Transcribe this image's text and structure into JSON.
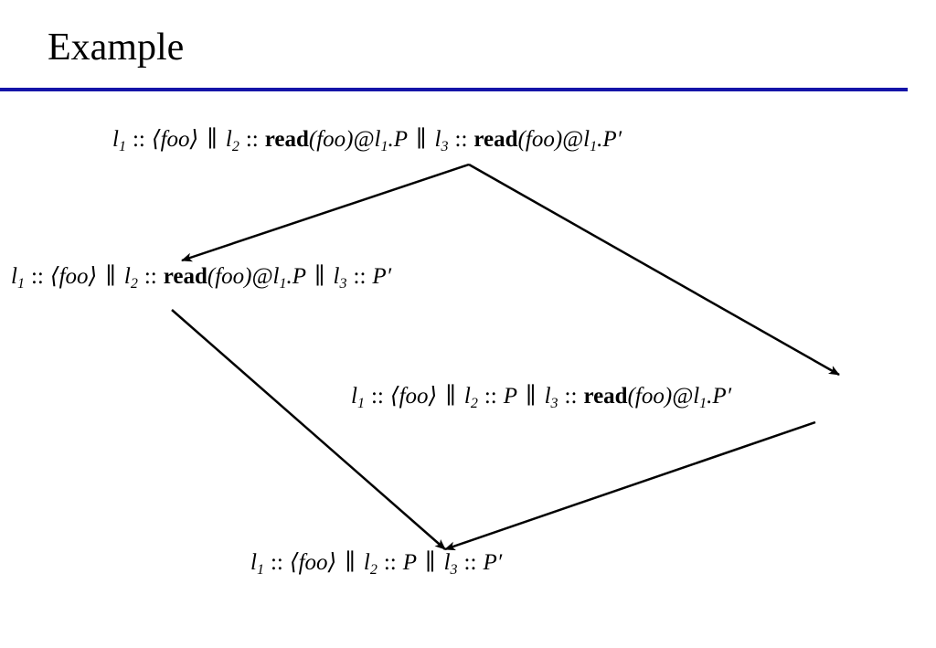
{
  "slide": {
    "title": "Example",
    "accent_color": "#1414a8"
  },
  "diagram": {
    "nodes": [
      {
        "id": "n1",
        "parts": [
          {
            "t": "l",
            "s": "1"
          },
          {
            "o": "::"
          },
          {
            "a": "⟨foo⟩"
          },
          {
            "bar": "∥"
          },
          {
            "t": "l",
            "s": "2"
          },
          {
            "o": "::"
          },
          {
            "k": "read"
          },
          {
            "a": "(foo)"
          },
          {
            "a": "@"
          },
          {
            "t": "l",
            "s": "1"
          },
          {
            "a": ".P"
          },
          {
            "bar": "∥"
          },
          {
            "t": "l",
            "s": "3"
          },
          {
            "o": "::"
          },
          {
            "k": "read"
          },
          {
            "a": "(foo)"
          },
          {
            "a": "@"
          },
          {
            "t": "l",
            "s": "1"
          },
          {
            "a": ".P′"
          }
        ]
      },
      {
        "id": "n2",
        "parts": [
          {
            "t": "l",
            "s": "1"
          },
          {
            "o": "::"
          },
          {
            "a": "⟨foo⟩"
          },
          {
            "bar": "∥"
          },
          {
            "t": "l",
            "s": "2"
          },
          {
            "o": "::"
          },
          {
            "k": "read"
          },
          {
            "a": "(foo)"
          },
          {
            "a": "@"
          },
          {
            "t": "l",
            "s": "1"
          },
          {
            "a": ".P"
          },
          {
            "bar": "∥"
          },
          {
            "t": "l",
            "s": "3"
          },
          {
            "o": "::"
          },
          {
            "a": "P′"
          }
        ]
      },
      {
        "id": "n3",
        "parts": [
          {
            "t": "l",
            "s": "1"
          },
          {
            "o": "::"
          },
          {
            "a": "⟨foo⟩"
          },
          {
            "bar": "∥"
          },
          {
            "t": "l",
            "s": "2"
          },
          {
            "o": "::"
          },
          {
            "a": "P"
          },
          {
            "bar": "∥"
          },
          {
            "t": "l",
            "s": "3"
          },
          {
            "o": "::"
          },
          {
            "k": "read"
          },
          {
            "a": "(foo)"
          },
          {
            "a": "@"
          },
          {
            "t": "l",
            "s": "1"
          },
          {
            "a": ".P′"
          }
        ]
      },
      {
        "id": "n4",
        "parts": [
          {
            "t": "l",
            "s": "1"
          },
          {
            "o": "::"
          },
          {
            "a": "⟨foo⟩"
          },
          {
            "bar": "∥"
          },
          {
            "t": "l",
            "s": "2"
          },
          {
            "o": "::"
          },
          {
            "a": "P"
          },
          {
            "bar": "∥"
          },
          {
            "t": "l",
            "s": "3"
          },
          {
            "o": "::"
          },
          {
            "a": "P′"
          }
        ]
      }
    ],
    "edges": [
      {
        "from": "n1",
        "to": "n2"
      },
      {
        "from": "n1",
        "to": "n3"
      },
      {
        "from": "n2",
        "to": "n4"
      },
      {
        "from": "n3",
        "to": "n4"
      }
    ]
  }
}
